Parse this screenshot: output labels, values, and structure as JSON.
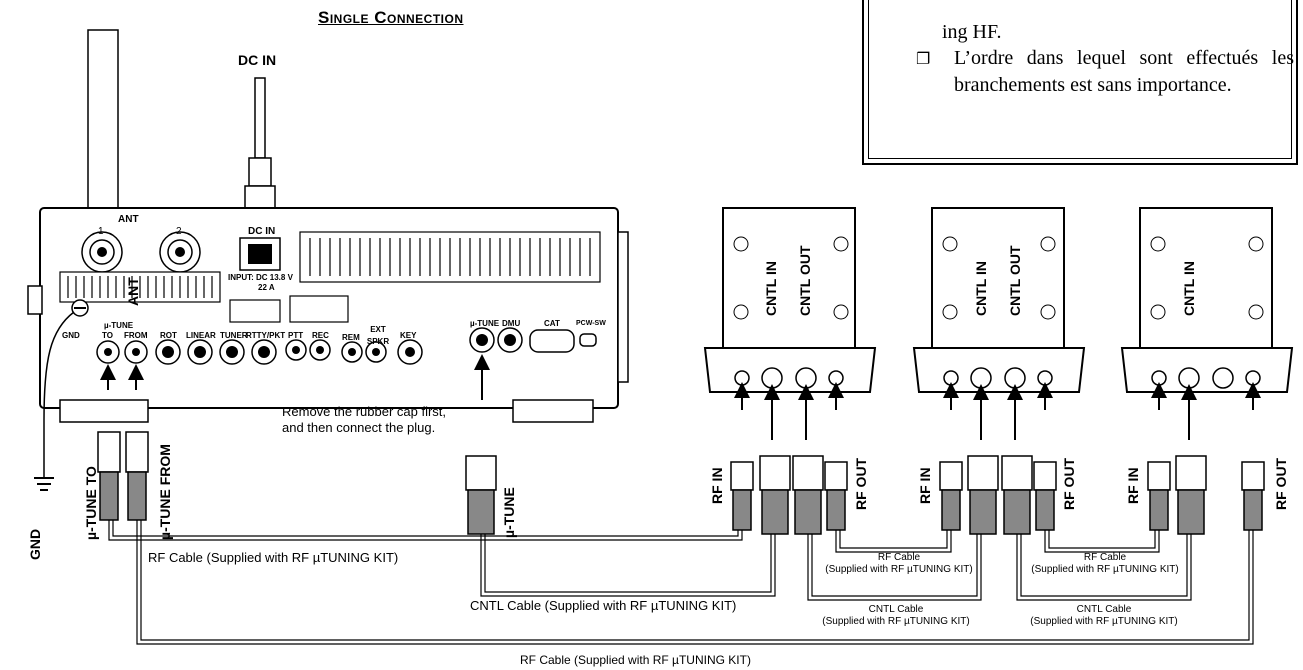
{
  "title": "Single Connection",
  "note": {
    "line_cut": "ing HF.",
    "bullet_symbol": "❐",
    "bullet_text": "L’ordre dans lequel sont effectués les branchements est sans importance."
  },
  "labels": {
    "dc_in": "DC IN",
    "ant": "ANT",
    "gnd": "GND",
    "mu_tune_to": "µ-TUNE TO",
    "mu_tune_from": "µ-TUNE FROM",
    "mu_tune": "µ-TUNE",
    "rubber_cap": "Remove the rubber cap first,",
    "rubber_cap2": "and then connect the plug.",
    "rf_in": "RF IN",
    "rf_out": "RF OUT",
    "cntl_in": "CNTL IN",
    "cntl_out": "CNTL OUT"
  },
  "radio_panel": {
    "ant": "ANT",
    "ant1": "1",
    "ant2": "2",
    "dc_in": "DC IN",
    "input": "INPUT: DC 13.8 V",
    "amps": "22 A",
    "gnd": "GND",
    "mu_tune": "µ-TUNE",
    "to": "TO",
    "from": "FROM",
    "rot": "ROT",
    "linear": "LINEAR",
    "tuner": "TUNER",
    "rtty": "RTTY/PKT",
    "ptt": "PTT",
    "rec": "REC",
    "rem": "REM",
    "ext_spkr": "EXT SPKR",
    "key": "KEY",
    "mu_tune2": "µ-TUNE",
    "dmu": "DMU",
    "cat": "CAT",
    "pcw": "PCW-SW"
  },
  "cables": {
    "rf_cable_1": "RF Cable (Supplied with RF µTUNING KIT)",
    "cntl_cable_1": "CNTL Cable (Supplied with RF µTUNING KIT)",
    "rf_cable_bottom": "RF Cable (Supplied with RF µTUNING KIT)",
    "rf_cable_a": "RF Cable",
    "rf_cable_a2": "(Supplied with RF µTUNING KIT)",
    "rf_cable_b": "RF Cable",
    "rf_cable_b2": "(Supplied with RF µTUNING KIT)",
    "cntl_cable_a": "CNTL Cable",
    "cntl_cable_a2": "(Supplied with RF µTUNING KIT)",
    "cntl_cable_b": "CNTL Cable",
    "cntl_cable_b2": "(Supplied with RF µTUNING KIT)"
  }
}
